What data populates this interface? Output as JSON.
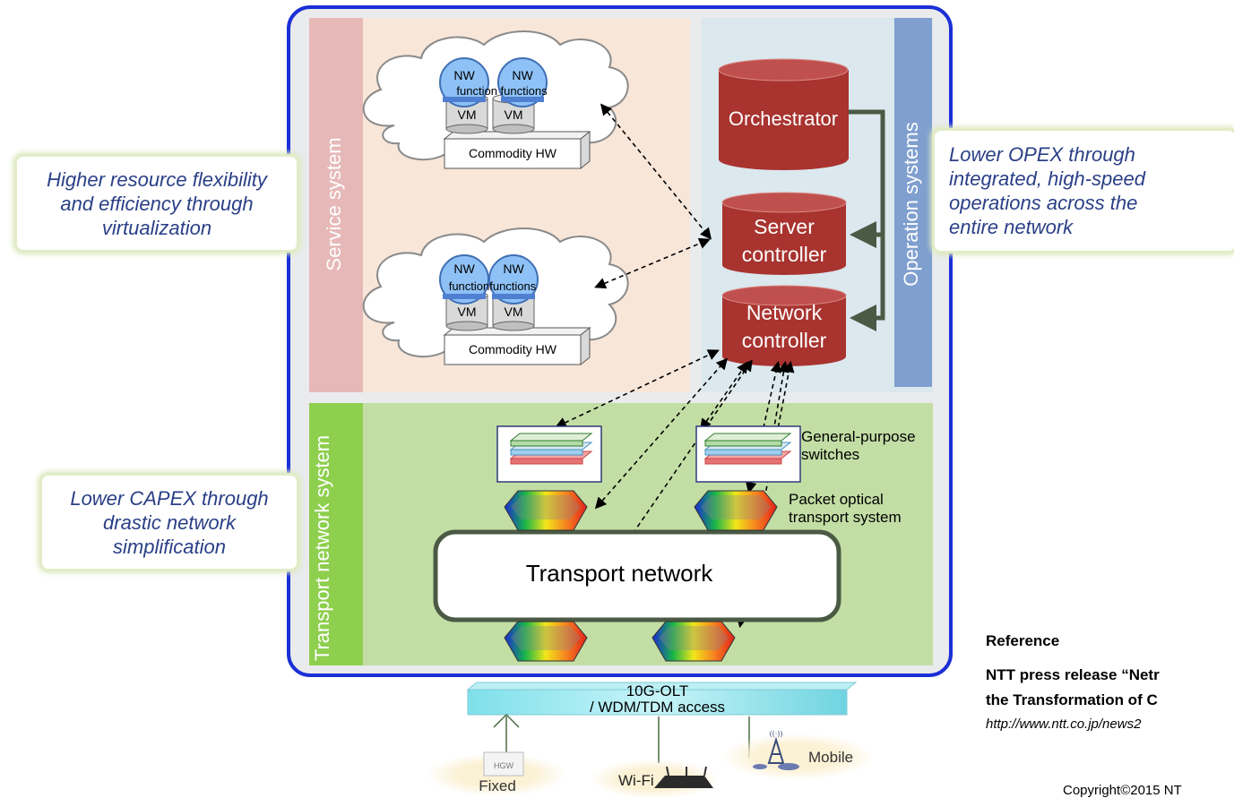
{
  "callouts": {
    "resource": "Higher resource flexibility and efficiency through virtualization",
    "capex": "Lower CAPEX through drastic network simplification",
    "opex": "Lower OPEX through integrated, high-speed operations across the entire network"
  },
  "panels": {
    "service_system": "Service system",
    "operation_systems": "Operation systems",
    "transport_network_system": "Transport network system"
  },
  "cloud1": {
    "nw_label_1": "NW",
    "nw_label_2": "NW",
    "func_label": "function functions",
    "vm_1": "VM",
    "vm_2": "VM",
    "hw": "Commodity HW"
  },
  "cloud2": {
    "nw_label_1": "NW",
    "nw_label_2": "NW",
    "func_label": "functionfunctions",
    "vm_1": "VM",
    "vm_2": "VM",
    "hw": "Commodity HW"
  },
  "controllers": {
    "orchestrator": "Orchestrator",
    "server_controller": "Server controller",
    "network_controller": "Network controller"
  },
  "transport": {
    "switches_label": "General-purpose switches",
    "pots_label": "Packet optical transport system",
    "network_label": "Transport network"
  },
  "access": {
    "olt_line1": "10G-OLT",
    "olt_line2": "/ WDM/TDM access",
    "fixed": "Fixed",
    "hgw": "HGW",
    "wifi": "Wi-Fi",
    "mobile": "Mobile"
  },
  "reference": {
    "title": "Reference",
    "line1": "NTT press release “Netr",
    "line2": "the Transformation of C",
    "url": "http://www.ntt.co.jp/news2",
    "copyright": "Copyright©2015  NT"
  },
  "colors": {
    "frame_blue": "#1a2fd6",
    "service_bg": "#f8e6d9",
    "service_strip": "#e6b9b8",
    "ops_bg": "#dbe8ee",
    "ops_strip": "#7f9fcf",
    "transport_bg": "#c3dea5",
    "transport_strip": "#8ecf4e",
    "cylinder_red": "#a8332f",
    "callout_text": "#2a3f86"
  }
}
